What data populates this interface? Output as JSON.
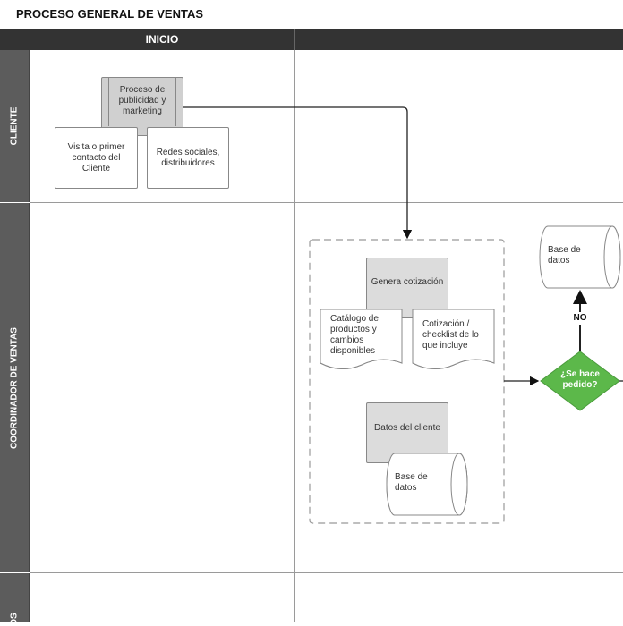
{
  "title": "PROCESO GENERAL DE VENTAS",
  "phases": [
    "INICIO",
    ""
  ],
  "lanes": [
    "CLIENTE",
    "COORDINADOR DE VENTAS",
    "OS"
  ],
  "nodes": {
    "process_marketing": "Proceso de publicidad y marketing",
    "first_contact": "Visita o primer contacto del Cliente",
    "social_networks": "Redes sociales, distribuidores",
    "generate_quote": "Genera cotización",
    "catalog": "Catálogo de productos y cambios disponibles",
    "quote_checklist": "Cotización / checklist de lo que incluye",
    "client_data": "Datos del cliente",
    "database_client": "Base de datos",
    "database_top": "Base de datos",
    "decision": "¿Se hace pedido?",
    "no_label": "NO"
  },
  "colors": {
    "header": "#333333",
    "lane_side": "#5c5c5c",
    "decision": "#5cb84a",
    "process_fill": "#dcdcdc"
  }
}
